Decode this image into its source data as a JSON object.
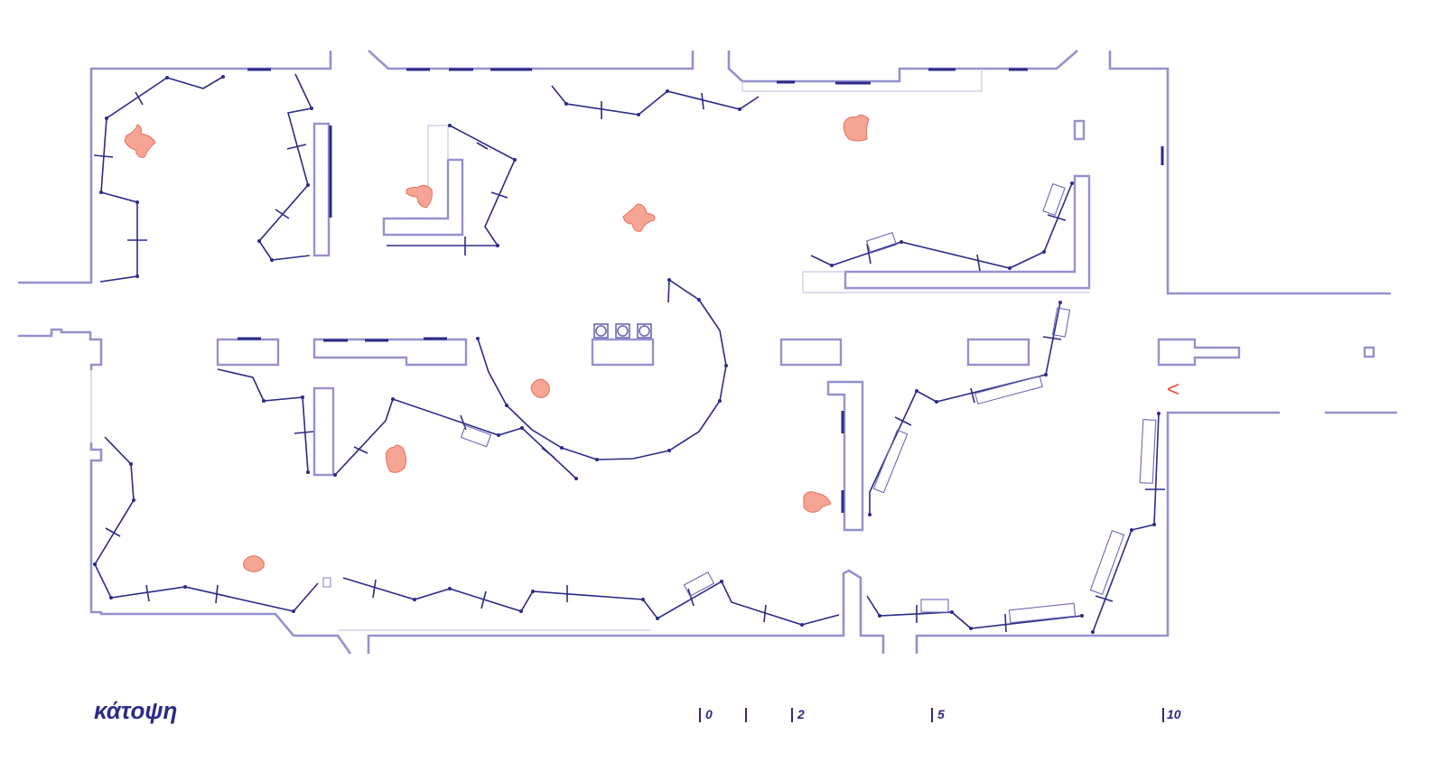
{
  "title": "κάτοψη",
  "scale_bar": {
    "labels": [
      "0",
      "2",
      "5",
      "10"
    ]
  },
  "entrance_marker": "<",
  "colors": {
    "walls": "#9491cf",
    "panels": "#2b2b88",
    "visitors": "#f6a494",
    "marker": "#e5503e"
  }
}
